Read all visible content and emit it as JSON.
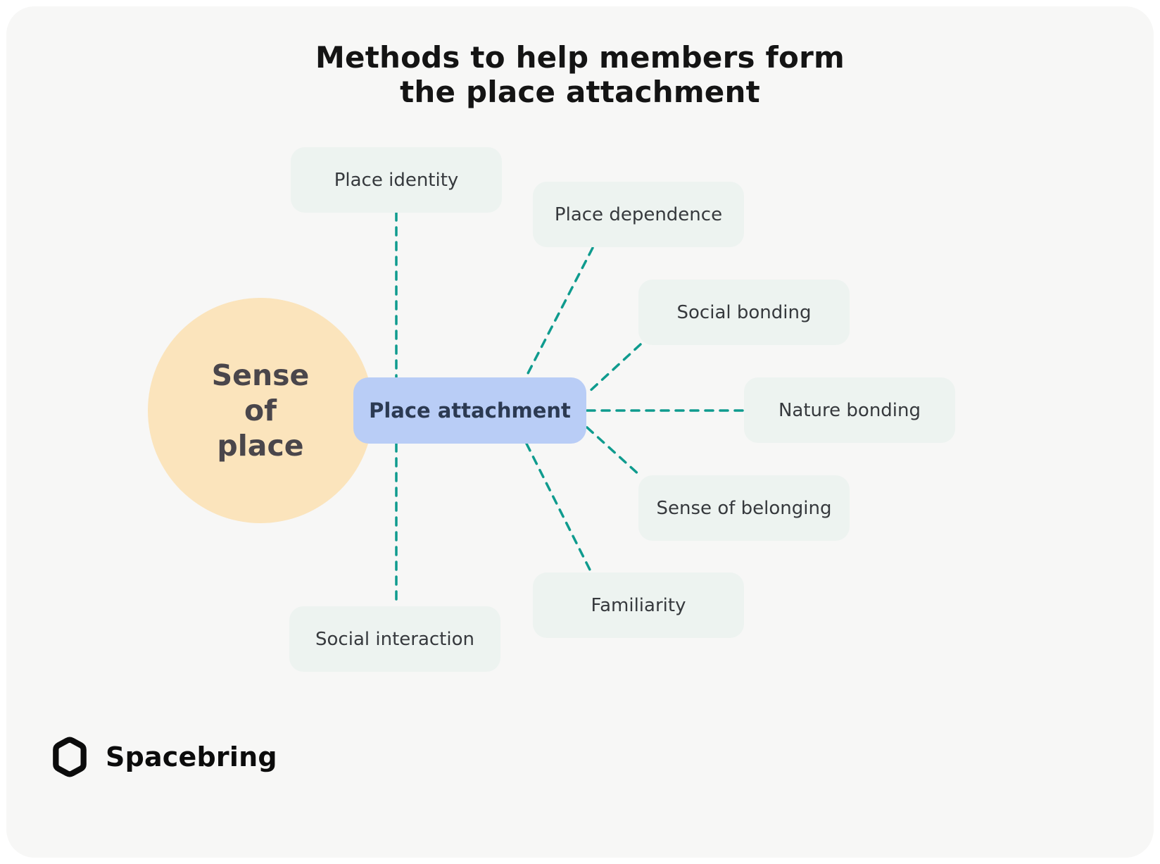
{
  "title": {
    "line1": "Methods to help members form",
    "line2": "the place attachment"
  },
  "side_circle": {
    "line1": "Sense",
    "line2": "of",
    "line3": "place"
  },
  "center_node": {
    "label": "Place attachment"
  },
  "nodes": [
    {
      "id": "place-identity",
      "label": "Place identity"
    },
    {
      "id": "place-dependence",
      "label": "Place dependence"
    },
    {
      "id": "social-bonding",
      "label": "Social bonding"
    },
    {
      "id": "nature-bonding",
      "label": "Nature bonding"
    },
    {
      "id": "sense-of-belonging",
      "label": "Sense of belonging"
    },
    {
      "id": "familiarity",
      "label": "Familiarity"
    },
    {
      "id": "social-interaction",
      "label": "Social interaction"
    }
  ],
  "footer": {
    "brand": "Spacebring"
  },
  "colors": {
    "card_bg": "#f7f7f6",
    "node_bg": "#edf3f0",
    "center_node_bg": "#b9cdf6",
    "center_node_text": "#2c3a52",
    "circle_bg": "#fbe4bc",
    "connector": "#0f9b8e",
    "title_text": "#141414",
    "node_text": "#36393d"
  },
  "connector_style": "dashed"
}
